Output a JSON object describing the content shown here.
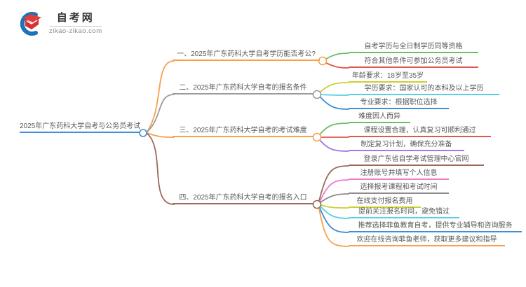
{
  "logo": {
    "site_name": "自考网",
    "site_url": "zikao-zikao.com",
    "icon": "graduation-cap-icon",
    "icon_colors": {
      "swoosh": "#1e72b8",
      "cap_top": "#e23c3c",
      "cap_body": "#d63030"
    }
  },
  "text_color": "#595959",
  "mindmap": {
    "root": {
      "label": "2025年广东药科大学自考与公务员考试",
      "color": "#3d8fd8"
    },
    "branches": [
      {
        "label": "一、2025年广东药科大学自考学历能否考公?",
        "color": "#f7a14a",
        "children": [
          {
            "label": "自考学历与全日制学历同等资格",
            "color": "#6cbf67"
          },
          {
            "label": "符合其他条件可参加公务员考试",
            "color": "#e2574d"
          }
        ]
      },
      {
        "label": "二、2025年广东药科大学自考的报名条件",
        "color": "#9b9b9b",
        "children": [
          {
            "label": "年龄要求：18岁至35岁",
            "color": "#cbd02f"
          },
          {
            "label": "学历要求：国家认可的本科及以上学历",
            "color": "#58cfe3"
          },
          {
            "label": "专业要求：根据职位选择",
            "color": "#3f8fd6"
          }
        ]
      },
      {
        "label": "三、2025年广东药科大学自考的考试难度",
        "color": "#f7a14a",
        "children": [
          {
            "label": "难度因人而异",
            "color": "#6cbf67"
          },
          {
            "label": "课程设置合理，认真复习可顺利通过",
            "color": "#e2574d"
          },
          {
            "label": "制定复习计划，确保充分准备",
            "color": "#a07be0"
          }
        ]
      },
      {
        "label": "四、2025年广东药科大学自考的报名入口",
        "color": "#9c6a5a",
        "children": [
          {
            "label": "登录广东省自学考试管理中心官网",
            "color": "#9c6a5a"
          },
          {
            "label": "注册账号并填写个人信息",
            "color": "#ea7ccb"
          },
          {
            "label": "选择报考课程和考试时间",
            "color": "#8c8c8c"
          },
          {
            "label": "在线支付报名费用",
            "color": "#cbd02f"
          },
          {
            "label": "提前关注报名时间，避免错过",
            "color": "#58cfe3"
          },
          {
            "label": "推荐选择菲鱼教育自考，提供专业辅导和咨询服务",
            "color": "#3f8fd6"
          },
          {
            "label": "欢迎在线咨询菲鱼老师，获取更多建议和指导",
            "color": "#f7a14a"
          }
        ]
      }
    ]
  }
}
